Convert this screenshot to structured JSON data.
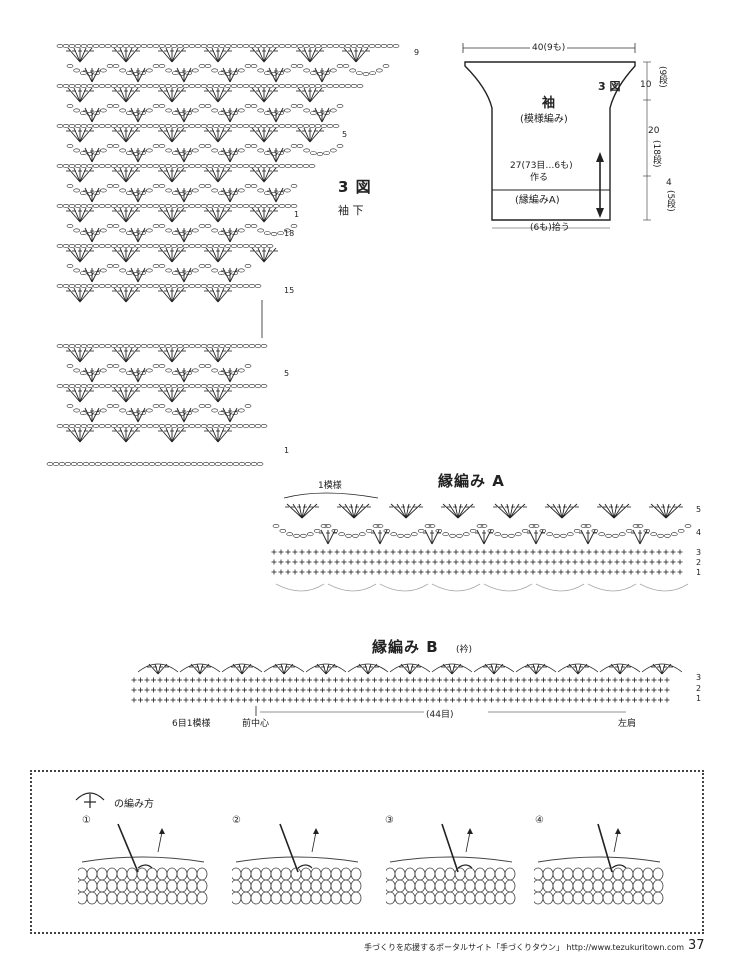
{
  "sleeve_chart": {
    "title": "3 図",
    "subtitle": "袖 下",
    "row_labels": [
      "9",
      "5",
      "1",
      "18",
      "15",
      "5",
      "1"
    ]
  },
  "sleeve_diagram": {
    "top_width": "40(9も)",
    "figure_label": "3 図",
    "name": "袖",
    "pattern": "(模様編み)",
    "cast_on_note": "27(73目…6も)",
    "cast_on": "作る",
    "border": "(縁編みA)",
    "pickup": "(6も)拾う",
    "dim1_value": "10",
    "dim1_rows": "(9段)",
    "dim2_value": "20",
    "dim2_rows": "(18段)",
    "dim3_value": "4",
    "dim3_rows": "(5段)"
  },
  "edging_a": {
    "title": "縁編み A",
    "repeat_label": "1模様",
    "row_labels": [
      "5",
      "4",
      "3",
      "2",
      "1"
    ]
  },
  "edging_b": {
    "title": "縁編み B",
    "title_note": "(衿)",
    "row_labels": [
      "3",
      "2",
      "1"
    ],
    "repeat_label": "6目1模様",
    "center_label": "前中心",
    "count_label": "(44目)",
    "shoulder_label": "左肩"
  },
  "howto": {
    "title": "の編み方",
    "steps": [
      "①",
      "②",
      "③",
      "④"
    ]
  },
  "footer": {
    "text": "手づくりを応援するポータルサイト「手づくりタウン」 http://www.tezukuritown.com",
    "page": "37"
  }
}
